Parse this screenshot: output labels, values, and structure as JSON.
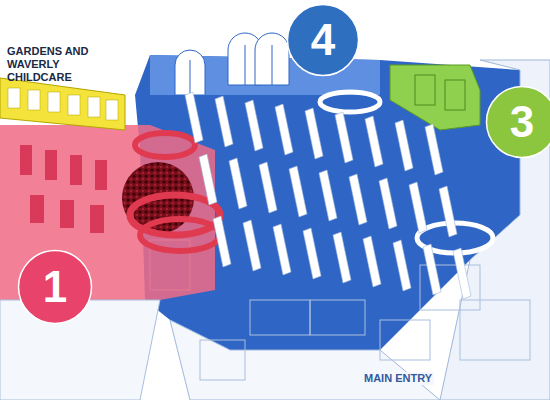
{
  "diagram": {
    "nodes": [
      {
        "text": [
          "4"
        ]
      },
      {
        "text": [
          "3"
        ]
      },
      {
        "text": [
          "1"
        ]
      }
    ],
    "labels": [
      "GARDENS AND WAVERLY CHILDCARE",
      "MAIN ENTRY"
    ]
  }
}
